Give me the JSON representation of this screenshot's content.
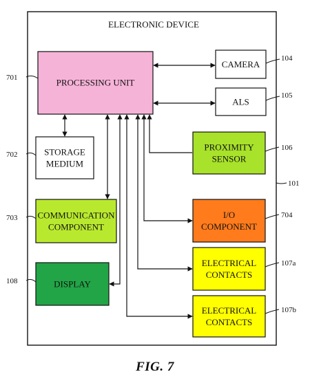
{
  "diagram": {
    "title": "ELECTRONIC DEVICE",
    "device_ref": "101",
    "caption": "FIG. 7",
    "blocks": {
      "processing_unit": {
        "lines": [
          "PROCESSING UNIT"
        ],
        "ref": "701",
        "color": "#f6b3d8"
      },
      "camera": {
        "lines": [
          "CAMERA"
        ],
        "ref": "104",
        "color": "#ffffff"
      },
      "als": {
        "lines": [
          "ALS"
        ],
        "ref": "105",
        "color": "#ffffff"
      },
      "storage_medium": {
        "lines": [
          "STORAGE",
          "MEDIUM"
        ],
        "ref": "702",
        "color": "#ffffff"
      },
      "proximity_sensor": {
        "lines": [
          "PROXIMITY",
          "SENSOR"
        ],
        "ref": "106",
        "color": "#a8e22a"
      },
      "communication_component": {
        "lines": [
          "COMMUNICATION",
          "COMPONENT"
        ],
        "ref": "703",
        "color": "#b9e92e"
      },
      "io_component": {
        "lines": [
          "I/O",
          "COMPONENT"
        ],
        "ref": "704",
        "color": "#ff7b1c"
      },
      "display": {
        "lines": [
          "DISPLAY"
        ],
        "ref": "108",
        "color": "#22a546"
      },
      "electrical_contacts_a": {
        "lines": [
          "ELECTRICAL",
          "CONTACTS"
        ],
        "ref": "107a",
        "color": "#ffff00"
      },
      "electrical_contacts_b": {
        "lines": [
          "ELECTRICAL",
          "CONTACTS"
        ],
        "ref": "107b",
        "color": "#ffff00"
      }
    }
  }
}
